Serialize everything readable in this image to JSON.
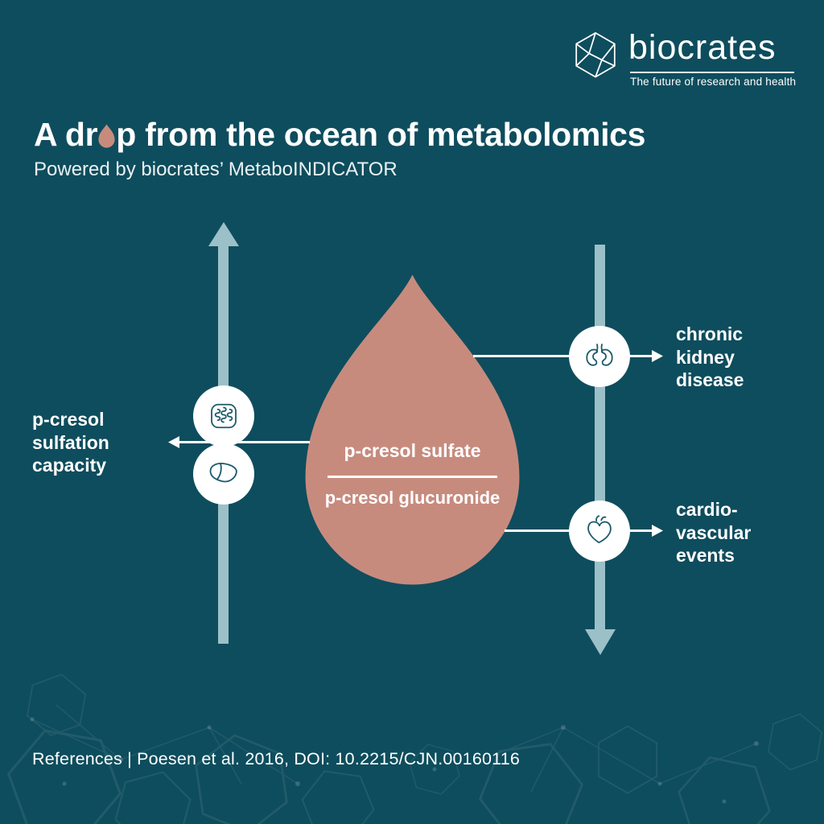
{
  "colors": {
    "background": "#0e4d5d",
    "drop": "#c78b7e",
    "arrow": "#9cc0c7",
    "text": "#ffffff",
    "organ_stroke": "#1b5a6b"
  },
  "logo": {
    "brand": "biocrates",
    "tagline": "The future of research and health",
    "icon": "hexagon-crystal-icon"
  },
  "header": {
    "title_pre": "A dr",
    "title_post": "p from the ocean of metabolomics",
    "title_drop_icon": "drop-icon",
    "subtitle": "Powered by biocrates’ MetaboINDICATOR"
  },
  "diagram": {
    "drop": {
      "numerator": "p-cresol sulfate",
      "denominator": "p-cresol glucuronide"
    },
    "left": {
      "direction": "up",
      "icons": [
        "intestine-icon",
        "liver-icon"
      ],
      "lines": [
        "p-cresol",
        "sulfation",
        "capacity"
      ]
    },
    "right": [
      {
        "icon": "kidneys-icon",
        "direction": "right",
        "lines": [
          "chronic",
          "kidney",
          "disease"
        ]
      },
      {
        "icon": "heart-icon",
        "direction": "right",
        "lines": [
          "cardio-",
          "vascular",
          "events"
        ]
      }
    ]
  },
  "footer": {
    "references": "References | Poesen et al. 2016, DOI: 10.2215/CJN.00160116"
  }
}
